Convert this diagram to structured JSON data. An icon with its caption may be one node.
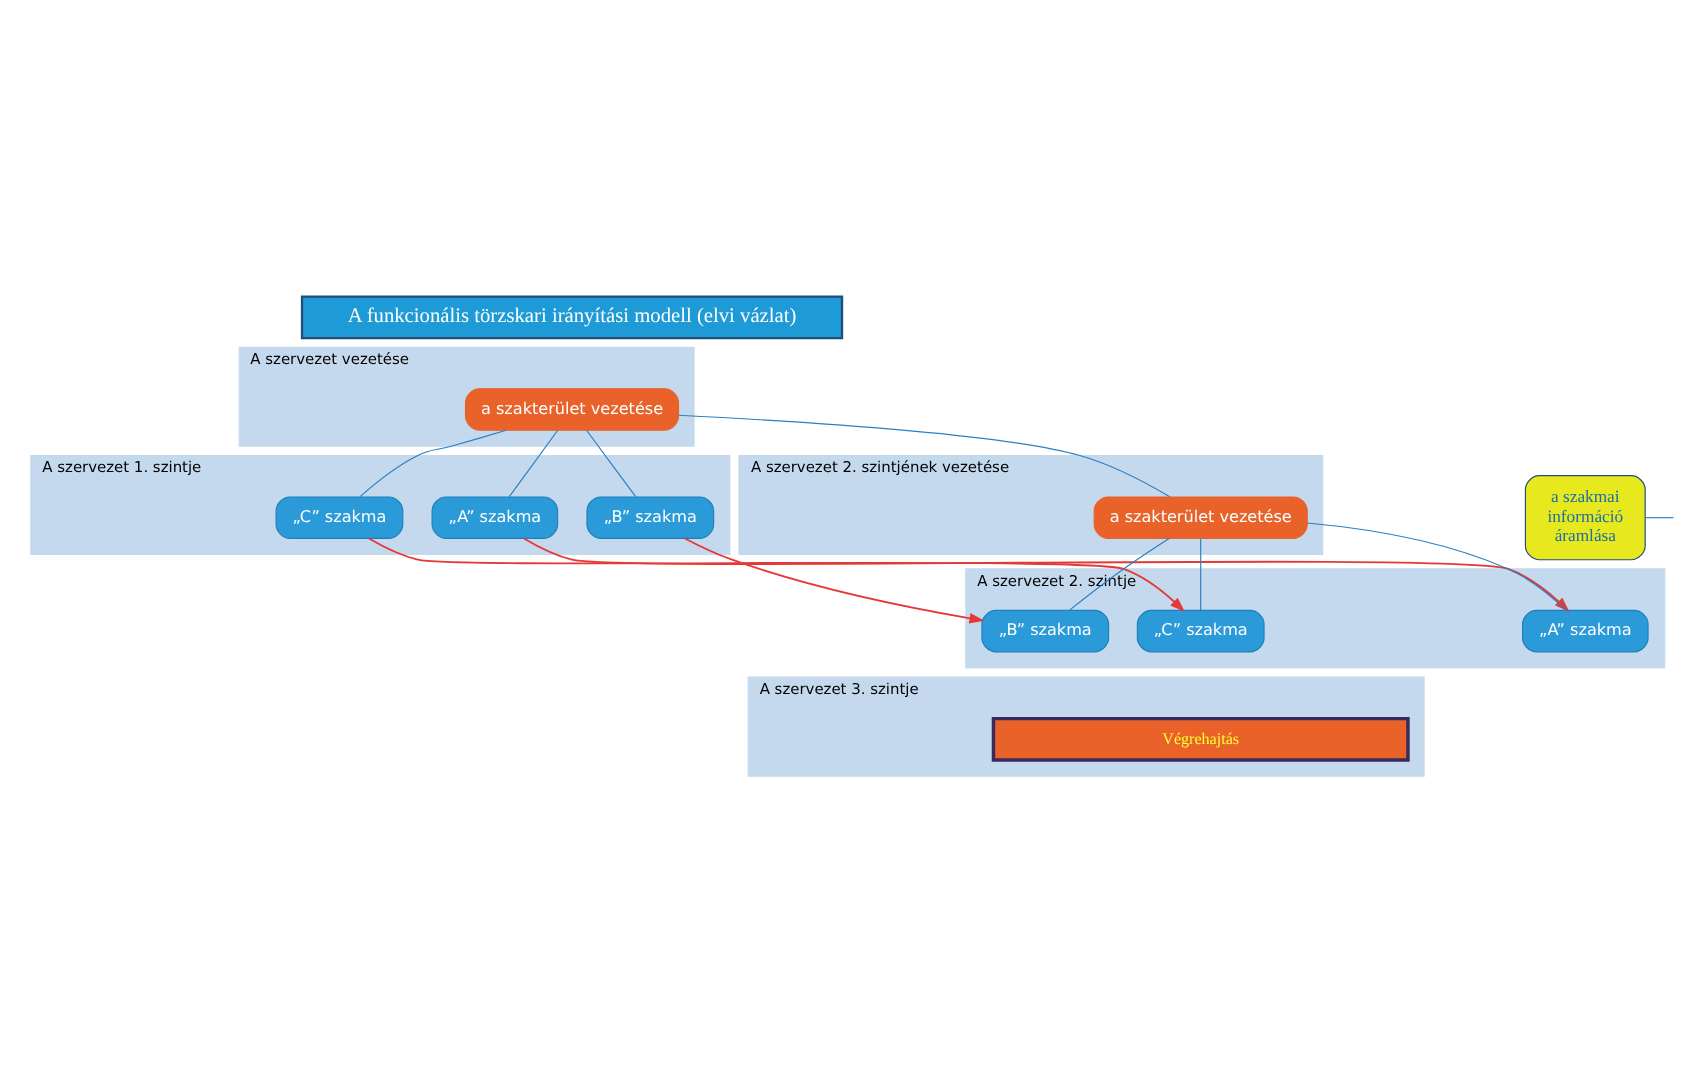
{
  "diagram": {
    "nodes": [
      {
        "text": [
          "A funkcionális törzskari irányítási modell (elvi vázlat)"
        ]
      },
      {
        "text": [
          "A szervezet vezetése"
        ]
      },
      {
        "text": [
          "a szakterület vezetése"
        ],
        "in": 1
      },
      {
        "text": [
          "A szervezet 1. szintje"
        ]
      },
      {
        "text": [
          "„A” szakma"
        ],
        "in": 3
      },
      {
        "text": [
          "„B” szakma"
        ],
        "in": 3
      },
      {
        "text": [
          "„C” szakma"
        ],
        "in": 3
      },
      {
        "text": [
          "A szervezet 2. szintjének vezetése"
        ]
      },
      {
        "text": [
          "a szakterület vezetése"
        ],
        "in": 7
      },
      {
        "text": [
          "a szakmai információ áramlása"
        ]
      },
      {
        "text": [
          "A szervezet 2. szintje"
        ]
      },
      {
        "text": [
          "„A” szakma"
        ],
        "in": 10
      },
      {
        "text": [
          "„B” szakma"
        ],
        "in": 10
      },
      {
        "text": [
          "„C” szakma"
        ],
        "in": 10
      },
      {
        "text": [
          "A szervezet 3. szintje"
        ]
      },
      {
        "text": [
          "Végrehajtás"
        ],
        "in": 14
      }
    ],
    "edges": [
      {
        "from": 2,
        "to": 4,
        "arrow": "none"
      },
      {
        "from": 2,
        "to": 5,
        "arrow": "none"
      },
      {
        "from": 2,
        "to": 6,
        "arrow": "none"
      },
      {
        "from": 2,
        "to": 8,
        "arrow": "none"
      },
      {
        "from": 8,
        "to": 11,
        "arrow": "none"
      },
      {
        "from": 8,
        "to": 12,
        "arrow": "none"
      },
      {
        "from": 8,
        "to": 13,
        "arrow": "none"
      },
      {
        "from": 4,
        "to": 11,
        "arrow": "to",
        "color": "#e53935"
      },
      {
        "from": 5,
        "to": 12,
        "arrow": "to",
        "color": "#e53935"
      },
      {
        "from": 6,
        "to": 13,
        "arrow": "to",
        "color": "#e53935"
      },
      {
        "from": 9,
        "to": null,
        "arrow": "none"
      }
    ]
  }
}
